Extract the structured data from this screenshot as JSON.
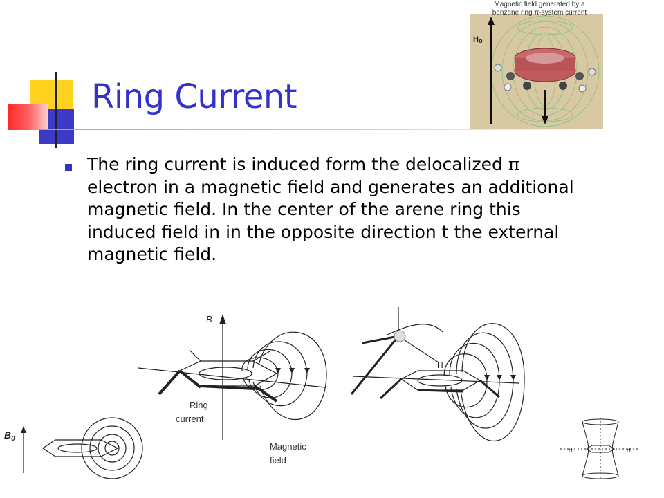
{
  "slide": {
    "title": "Ring Current",
    "bullet_lines": [
      [
        "The ring current is induced form the delocalized ",
        "π"
      ],
      [
        "electron in a magnetic field and generates an additional"
      ],
      [
        "magnetic field. In the center of the arene ring this"
      ],
      [
        "induced field in in the opposite direction t the external"
      ],
      [
        "magnetic field."
      ]
    ]
  },
  "inset": {
    "caption_line1": "Magnetic field generated by a",
    "caption_line2": "benzene ring π-system current",
    "field_label": "H",
    "field_label_sub": "o"
  },
  "diagram_left": {
    "axis_label": "B",
    "ring_label_1": "Ring",
    "ring_label_2": "current",
    "field_label_1": "Magnetic",
    "field_label_2": "field"
  },
  "diagram_right": {
    "h_label": "H"
  },
  "diagram_corner_left": {
    "axis_label": "B",
    "axis_sub": "0"
  },
  "diagram_corner_right": {
    "h_left": "H",
    "h_right": "H"
  },
  "colors": {
    "title": "#3333cc",
    "bullet": "#3333cc",
    "deco_yellow": "#ffd21f",
    "deco_blue": "#3a3ac6",
    "deco_red": "#ff3b3b"
  }
}
